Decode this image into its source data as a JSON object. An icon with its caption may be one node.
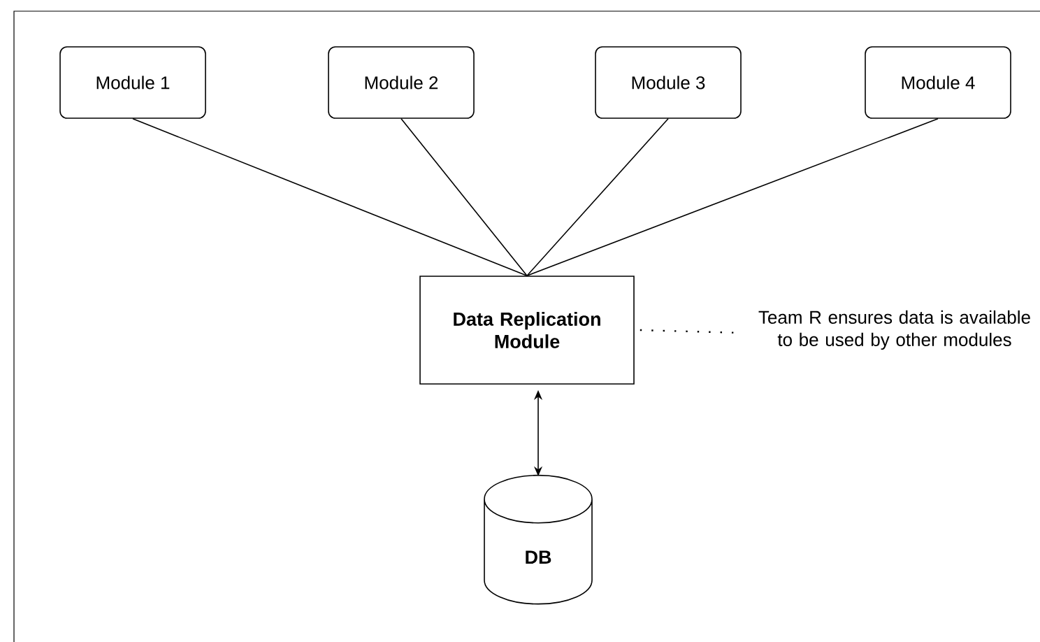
{
  "diagram": {
    "nodes": [
      {
        "text": [
          "Module 1"
        ]
      },
      {
        "text": [
          "Module 2"
        ]
      },
      {
        "text": [
          "Module 3"
        ]
      },
      {
        "text": [
          "Module 4"
        ]
      },
      {
        "text": [
          "Data Replication Module"
        ]
      },
      {
        "text": [
          "DB"
        ]
      },
      {
        "text": [
          "Team R ensures data is available to be used by other modules"
        ]
      }
    ],
    "edges": [
      {
        "from": 0,
        "to": 4,
        "arrow": "none"
      },
      {
        "from": 1,
        "to": 4,
        "arrow": "none"
      },
      {
        "from": 2,
        "to": 4,
        "arrow": "none"
      },
      {
        "from": 3,
        "to": 4,
        "arrow": "none"
      },
      {
        "from": 4,
        "to": 5,
        "arrow": "both"
      },
      {
        "from": 4,
        "to": 6,
        "arrow": "none",
        "style": "dashed"
      }
    ]
  }
}
